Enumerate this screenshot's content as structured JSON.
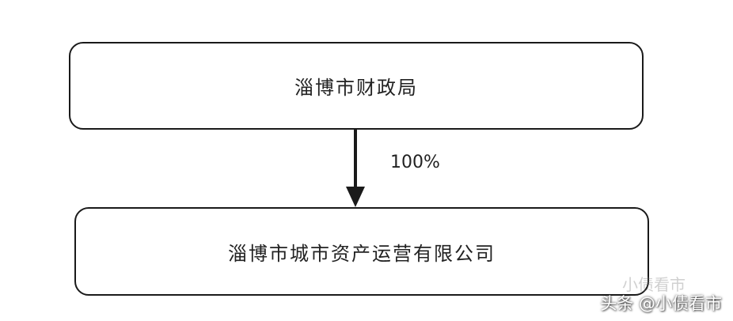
{
  "diagram": {
    "parent": {
      "label": "淄博市财政局"
    },
    "edge": {
      "label": "100%"
    },
    "child": {
      "label": "淄博市城市资产运营有限公司"
    }
  },
  "watermark": {
    "primary": "头条 @小债看市",
    "faint": "小债看市"
  },
  "colors": {
    "border": "#1a1a1a",
    "text": "#222222",
    "background": "#ffffff"
  }
}
